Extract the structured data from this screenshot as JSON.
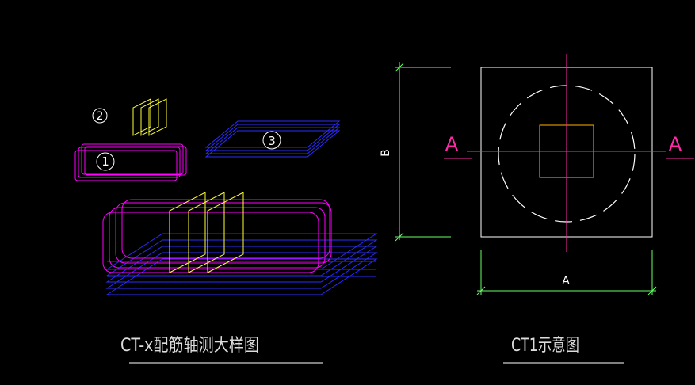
{
  "colors": {
    "background": "#000000",
    "white": "#ffffff",
    "magenta": "#ff00ff",
    "blue": "#2b2bff",
    "yellow": "#ffff33",
    "green": "#66ff66",
    "orange": "#ffb000",
    "pink_line": "#ff2aa8",
    "title_white": "#dcdcdc"
  },
  "left_drawing": {
    "callouts": {
      "c1": "1",
      "c2": "2",
      "c3": "3"
    },
    "title": "CT-x配筋轴测大样图"
  },
  "right_drawing": {
    "section_left": "A",
    "section_right": "A",
    "dim_b": "B",
    "dim_a": "A",
    "title": "CT1示意图"
  }
}
